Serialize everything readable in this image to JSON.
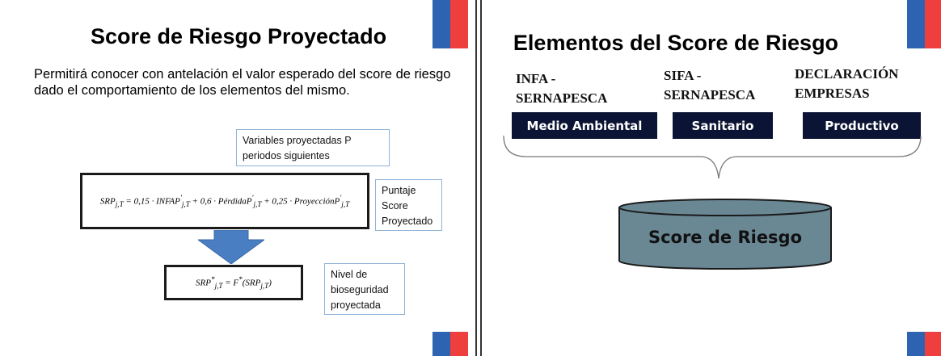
{
  "left_slide": {
    "title": "Score de Riesgo Proyectado",
    "description": "Permitirá conocer con antelación el valor esperado del score de riesgo dado el comportamiento de los elementos del mismo.",
    "projected_vars_box": "Variables  proyectadas P periodos siguientes",
    "formula_main": "SRP_{j,T} = 0,15 · INFAP'_{j,T} + 0,6 · PérdidaP'_{j,T} + 0,25 · ProyecciónP'_{j,T}",
    "score_box": "Puntaje Score Proyectado",
    "formula_secondary": "SRP*_{j,T} = F*(SRP_{j,T})",
    "level_box": "Nivel de bioseguridad proyectada"
  },
  "right_slide": {
    "title": "Elementos del Score de Riesgo",
    "sources": [
      {
        "line1": "INFA -",
        "line2": "SERNAPESCA"
      },
      {
        "line1": "SIFA -",
        "line2": "SERNAPESCA"
      },
      {
        "line1": "DECLARACIÓN",
        "line2": "EMPRESAS"
      }
    ],
    "categories": [
      "Medio Ambiental",
      "Sanitario",
      "Productivo"
    ],
    "cylinder_label": "Score de Riesgo"
  },
  "colors": {
    "flag_blue": "#2d63b0",
    "flag_red": "#ee3e3e",
    "category_bar": "#0b1434",
    "cylinder_fill": "#6a8794",
    "arrow_fill": "#4a7ec2",
    "box_border": "#8fb3d9"
  }
}
